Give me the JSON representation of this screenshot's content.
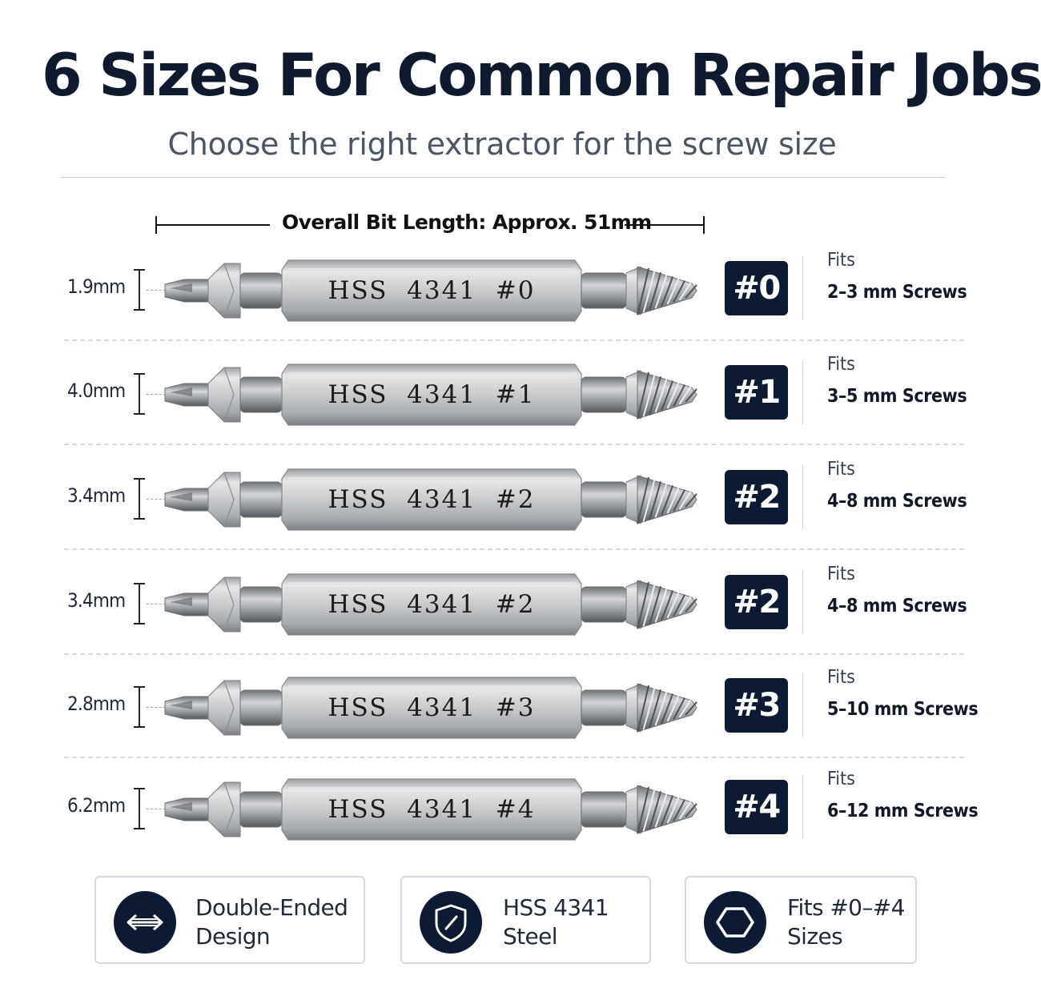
{
  "header": {
    "title": "6 Sizes For Common Repair Jobs",
    "subtitle": "Choose the right extractor for the screw size"
  },
  "length_note": "Overall Bit Length: Approx. 51mm",
  "fits_label": "Fits",
  "rows": [
    {
      "dim": "1.9mm",
      "engraving": "HSS  4341  #0",
      "badge": "#0",
      "fits": "2–3 mm Screws"
    },
    {
      "dim": "4.0mm",
      "engraving": "HSS  4341  #1",
      "badge": "#1",
      "fits": "3–5 mm Screws"
    },
    {
      "dim": "3.4mm",
      "engraving": "HSS  4341  #2",
      "badge": "#2",
      "fits": "4–8 mm Screws"
    },
    {
      "dim": "3.4mm",
      "engraving": "HSS  4341  #2",
      "badge": "#2",
      "fits": "4–8 mm Screws"
    },
    {
      "dim": "2.8mm",
      "engraving": "HSS  4341  #3",
      "badge": "#3",
      "fits": "5–10 mm Screws"
    },
    {
      "dim": "6.2mm",
      "engraving": "HSS  4341  #4",
      "badge": "#4",
      "fits": "6–12 mm Screws"
    }
  ],
  "features": [
    {
      "icon": "double-arrow-icon",
      "line1": "Double-Ended",
      "line2": "Design"
    },
    {
      "icon": "shield-icon",
      "line1": "HSS 4341",
      "line2": "Steel"
    },
    {
      "icon": "hexagon-icon",
      "line1": "Fits #0–#4",
      "line2": "Sizes"
    }
  ],
  "colors": {
    "navy": "#0c1a33",
    "title": "#0f1a2e",
    "subtitle": "#4b5563",
    "steel": "#c4c6c9"
  }
}
